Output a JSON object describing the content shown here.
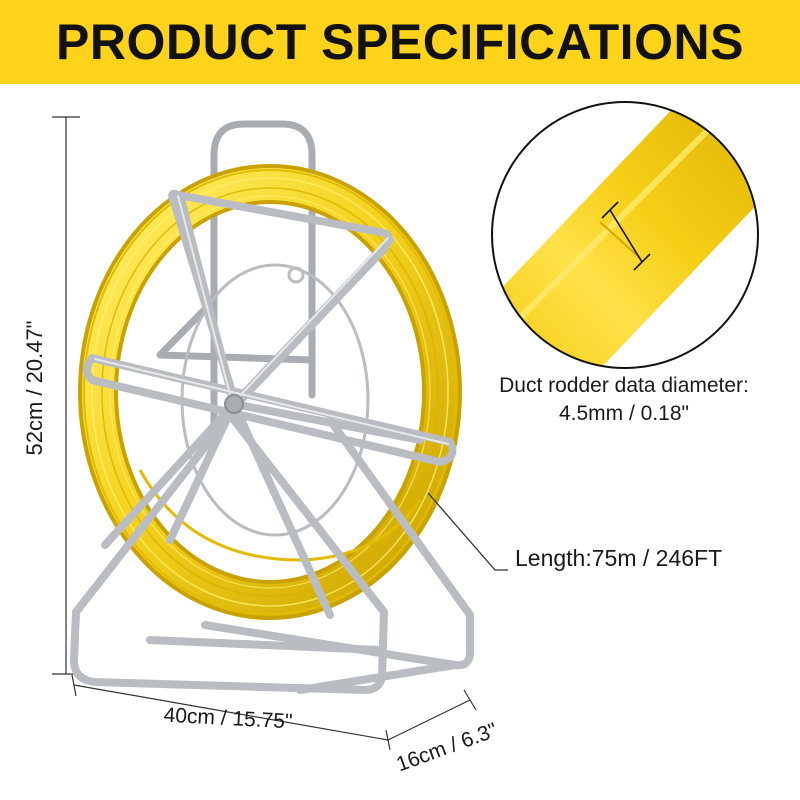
{
  "banner": {
    "title": "PRODUCT SPECIFICATIONS",
    "color": "#ffd31a"
  },
  "product": {
    "image_desc_name": "fiberglass duct rodder on steel frame reel",
    "rod_color": "#f5d21e",
    "frame_color": "#b9bcc0"
  },
  "callouts": {
    "diameter_line1": "Duct rodder data diameter:",
    "diameter_line2": "4.5mm / 0.18\"",
    "length": "Length:75m / 246FT"
  },
  "dimensions": {
    "height": "52cm / 20.47\"",
    "width": "40cm / 15.75\"",
    "depth": "16cm / 6.3\""
  }
}
